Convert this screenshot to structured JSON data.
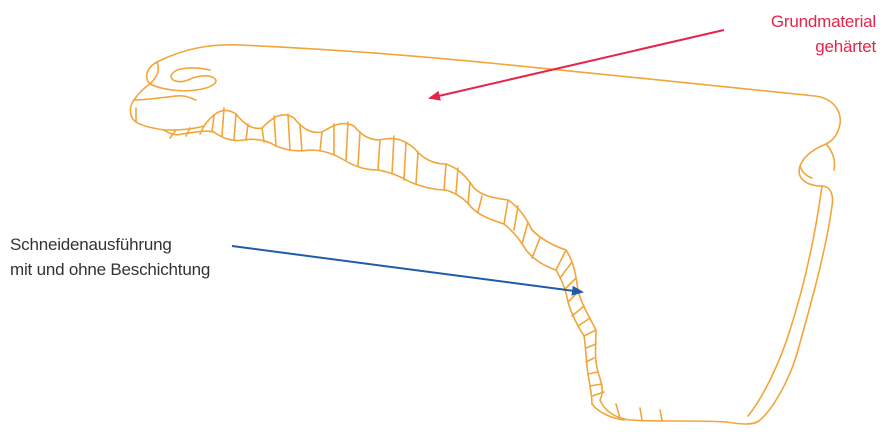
{
  "labels": {
    "base_material": {
      "line1": "Grundmaterial",
      "line2": "gehärtet"
    },
    "cutting_edge": {
      "line1": "Schneidenausführung",
      "line2": "mit und ohne Beschichtung"
    }
  },
  "colors": {
    "outline": "#F2A53A",
    "arrow_top": "#E3244B",
    "arrow_left": "#1F5CA8",
    "text_top": "#E3244B",
    "text_left": "#333333",
    "background": "#FFFFFF"
  }
}
